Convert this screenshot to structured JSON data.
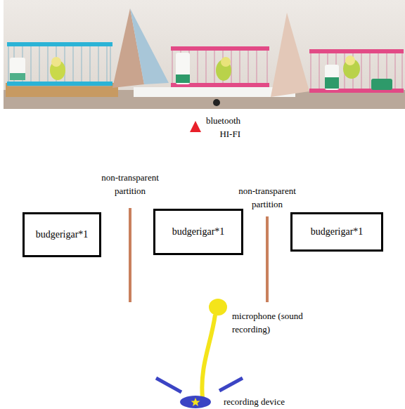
{
  "diagram": {
    "nodes": [
      {
        "text": [
          "budgerigar*1"
        ]
      },
      {
        "text": [
          "budgerigar*1"
        ]
      },
      {
        "text": [
          "budgerigar*1"
        ]
      }
    ],
    "labels": [
      "bluetooth HI-FI",
      "non-transparent partition",
      "non-transparent partition",
      "microphone (sound recording)",
      "recording device"
    ]
  }
}
